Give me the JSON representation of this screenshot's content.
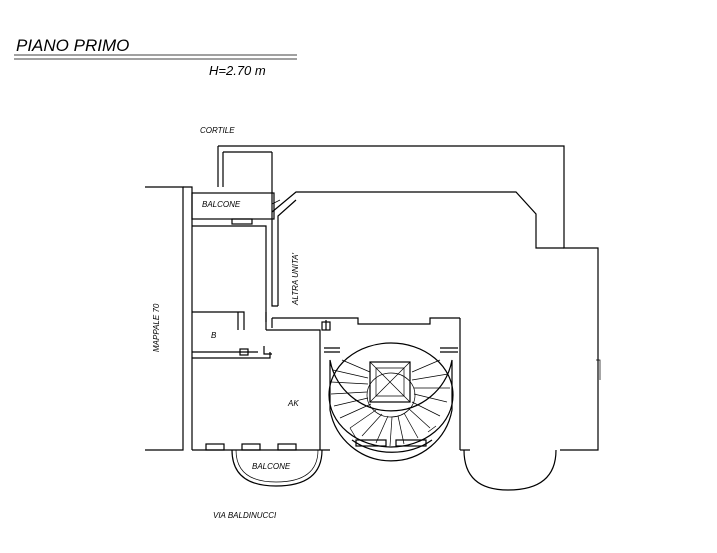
{
  "title": "PIANO PRIMO",
  "height_label": "H=2.70 m",
  "labels": {
    "courtyard": "CORTILE",
    "balcony_top": "BALCONE",
    "other_unit": "ALTRA UNITA'",
    "parcel": "MAPPALE 70",
    "bath": "B",
    "room": "AK",
    "balcony_bottom": "BALCONE",
    "street": "VIA BALDINUCCI"
  },
  "colors": {
    "ink": "#000000",
    "paper": "#ffffff"
  }
}
